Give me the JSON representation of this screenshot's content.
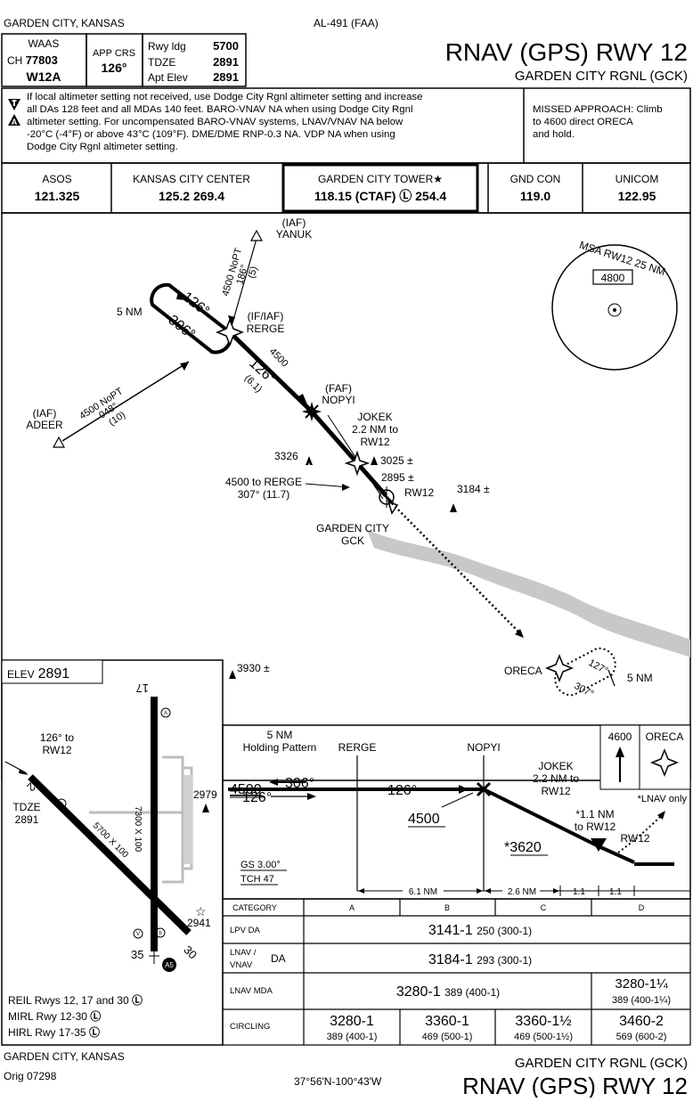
{
  "header": {
    "location": "GARDEN CITY, KANSAS",
    "chart_id": "AL-491 (FAA)",
    "title": "RNAV (GPS) RWY 12",
    "airport": "GARDEN CITY RGNL (GCK)"
  },
  "briefing": {
    "waas_label": "WAAS",
    "waas_ch_label": "CH",
    "waas_ch": "77803",
    "waas_id": "W12A",
    "app_crs_label": "APP CRS",
    "app_crs": "126°",
    "rwy_ldg_label": "Rwy ldg",
    "rwy_ldg": "5700",
    "tdze_label": "TDZE",
    "tdze": "2891",
    "apt_elev_label": "Apt Elev",
    "apt_elev": "2891",
    "notes": [
      "If local altimeter setting not received, use Dodge City Rgnl altimeter setting and increase",
      "all DAs 128 feet and all MDAs 140 feet.  BARO-VNAV NA when using Dodge City Rgnl",
      "altimeter setting.  For uncompensated BARO-VNAV systems, LNAV/VNAV NA below",
      "-20°C (-4°F) or above 43°C (109°F).  DME/DME RNP-0.3 NA.  VDP NA when using",
      "Dodge City Rgnl altimeter setting."
    ],
    "missed_approach": [
      "MISSED APPROACH:  Climb",
      "to 4600 direct ORECA",
      "and hold."
    ]
  },
  "comms": [
    {
      "name": "ASOS",
      "freq": "121.325"
    },
    {
      "name": "KANSAS CITY CENTER",
      "freq": "125.2  269.4"
    },
    {
      "name": "GARDEN CITY TOWER★",
      "freq": "118.15 (CTAF) Ⓛ 254.4"
    },
    {
      "name": "GND CON",
      "freq": "119.0"
    },
    {
      "name": "UNICOM",
      "freq": "122.95"
    }
  ],
  "plan": {
    "msa_label": "MSA RW12 25 NM",
    "msa_alt": "4800",
    "yanuk": [
      "(IAF)",
      "YANUK"
    ],
    "yanuk_leg": [
      "4500 NoPT",
      "186°",
      "(5)"
    ],
    "hold_dist": "5 NM",
    "hold_in": "126°",
    "hold_out": "306°",
    "rerge": [
      "(IF/IAF)",
      "RERGE"
    ],
    "rerge_leg": [
      "4500",
      "126°",
      "(6.1)"
    ],
    "adeer": [
      "(IAF)",
      "ADEER"
    ],
    "adeer_leg": [
      "4500 NoPT",
      "048°",
      "(10)"
    ],
    "nopyi": [
      "(FAF)",
      "NOPYI"
    ],
    "jokek": [
      "JOKEK",
      "2.2 NM to",
      "RW12"
    ],
    "obst_3326": "3326",
    "obst_3025": "3025 ±",
    "obst_2895": "2895 ±",
    "rw12": "RW12",
    "obst_3184": "3184 ±",
    "leg_4500_rerge": [
      "4500 to RERGE",
      "307°  (11.7)"
    ],
    "airport": [
      "GARDEN CITY",
      "GCK"
    ],
    "obst_3930": "3930 ±",
    "oreca": "ORECA",
    "oreca_in": "127°",
    "oreca_out": "307°",
    "oreca_dist": "5 NM"
  },
  "airport_diagram": {
    "elev_label": "ELEV",
    "elev": "2891",
    "rwy17": "17",
    "rwy35": "35",
    "rwy12": "12",
    "rwy30": "30",
    "rwy_1735_dims": "7300 X 100",
    "rwy_1230_dims": "5700 X 100",
    "crs_to_rw12": [
      "126° to",
      "RW12"
    ],
    "tdze": [
      "TDZE",
      "2891"
    ],
    "obst_2979": "2979",
    "obst_2941": "2941",
    "lights": [
      "REIL Rwys 12, 17 and 30",
      "MIRL Rwy 12-30",
      "HIRL Rwy 17-35"
    ]
  },
  "profile": {
    "hold_label": [
      "5 NM",
      "Holding Pattern"
    ],
    "rerge": "RERGE",
    "nopyi": "NOPYI",
    "alt_4500_a": "4500",
    "hold_out": "306°",
    "hold_in": "126°",
    "crs": "126°",
    "alt_4500_b": "4500",
    "jokek": [
      "JOKEK",
      "2.2 NM to",
      "RW12"
    ],
    "alt_3620": "3620",
    "lnav_note": [
      "*1.1 NM",
      "to RW12"
    ],
    "rw12": "RW12",
    "gs": "GS 3.00°",
    "tch": "TCH 47",
    "ma_alt": "4600",
    "ma_fix": "ORECA",
    "lnav_only": "*LNAV only",
    "dist_6_1": "6.1 NM",
    "dist_2_6": "2.6 NM",
    "dist_1_1a": "1.1",
    "dist_1_1b": "1.1"
  },
  "minimums": {
    "header": [
      "CATEGORY",
      "A",
      "B",
      "C",
      "D"
    ],
    "lpv": {
      "label": "LPV  DA",
      "value": "3141-1",
      "sub": "250 (300-1)"
    },
    "lnav_vnav": {
      "label1": "LNAV /",
      "label2": "VNAV",
      "label3": "DA",
      "value": "3184-1",
      "sub": "293 (300-1)"
    },
    "lnav_mda": {
      "label": "LNAV  MDA",
      "abc": "3280-1",
      "abc_sub": "389 (400-1)",
      "d": "3280-1¼",
      "d_sub": "389 (400-1¼)"
    },
    "circling": {
      "label": "CIRCLING",
      "a": "3280-1",
      "a_sub": "389 (400-1)",
      "b": "3360-1",
      "b_sub": "469 (500-1)",
      "c": "3360-1½",
      "c_sub": "469 (500-1½)",
      "d": "3460-2",
      "d_sub": "569 (600-2)"
    }
  },
  "footer": {
    "location": "GARDEN CITY, KANSAS",
    "amendment": "Orig  07298",
    "coords": "37°56'N-100°43'W",
    "airport": "GARDEN CITY RGNL (GCK)",
    "title": "RNAV (GPS) RWY 12"
  }
}
